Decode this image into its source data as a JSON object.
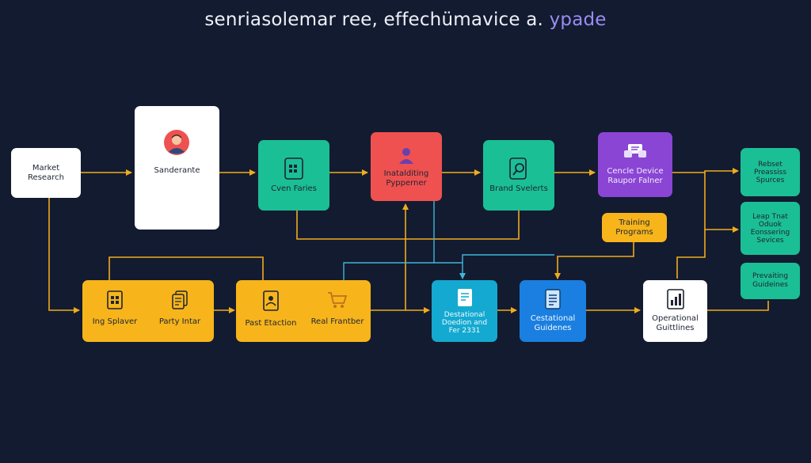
{
  "title": {
    "main": "senriasolemar ree, effechümavice a.",
    "accent": "ypade"
  },
  "nodes": {
    "market_research": "Market\nResearch",
    "sanderante": "Sanderante",
    "cven_faries": "Cven Faries",
    "pypperner": "Inatalditing\nPypperner",
    "brand_svelerts": "Brand Svelerts",
    "cencle_device": "Cencle Device\nRaupor Falner",
    "rebset_sources": "Rebset\nPreassiss\nSpurces",
    "leap_tnat": "Leap Tnat\nOduok\nEonssering\nSevices",
    "training_programs": "Training\nPrograms",
    "prevaiting_guidelines": "Prevaiting\nGuideines",
    "ing_splaver": "Ing Splaver",
    "party_intar": "Party Intar",
    "past_etaction": "Past Etaction",
    "real_frantber": "Real Frantber",
    "destational_doedion": "Destational\nDoedion and\nFer 2331",
    "cestational_guidelines": "Cestational\nGuidenes",
    "operational_guidelines": "Operational\nGuittlines"
  },
  "colors": {
    "background": "#131b30",
    "edge": "#f0ac1c",
    "edge_alt": "#3fb6d6",
    "white": "#ffffff",
    "green": "#1bbf95",
    "red": "#ef5150",
    "purple": "#8a45d4",
    "yellow": "#f7b51b",
    "cyan": "#14a9d0",
    "blue": "#1a7fe0"
  },
  "icons": {
    "sanderante": "user-avatar-icon",
    "cven_faries": "spreadsheet-icon",
    "pypperner": "person-icon",
    "brand_svelerts": "search-document-icon",
    "cencle_device": "chat-bubbles-icon",
    "ing_splaver": "grid-document-icon",
    "party_intar": "stacked-documents-icon",
    "past_etaction": "user-document-icon",
    "real_frantber": "shopping-cart-icon",
    "destational_doedion": "report-document-icon",
    "cestational_guidelines": "document-icon",
    "operational_guidelines": "bar-chart-document-icon"
  }
}
